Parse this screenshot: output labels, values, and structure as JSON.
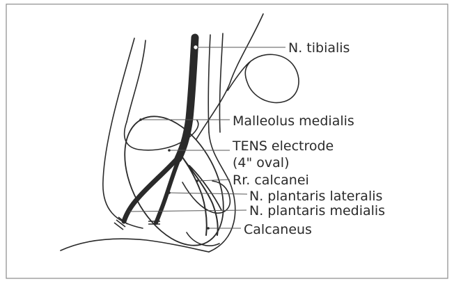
{
  "labels": {
    "tibial_nerve": "N. tibialis",
    "medial_malleolus": "Malleolus medialis",
    "electrode_line1": "TENS electrode",
    "electrode_line2": "(4\" oval)",
    "calcaneal_branches": "Rr. calcanei",
    "lateral_plantar": "N. plantaris lateralis",
    "medial_plantar": "N. plantaris medialis",
    "calcaneus": "Calcaneus"
  },
  "colors": {
    "ink": "#2a2a2a",
    "frame": "#8a8a8a",
    "background": "#ffffff"
  }
}
